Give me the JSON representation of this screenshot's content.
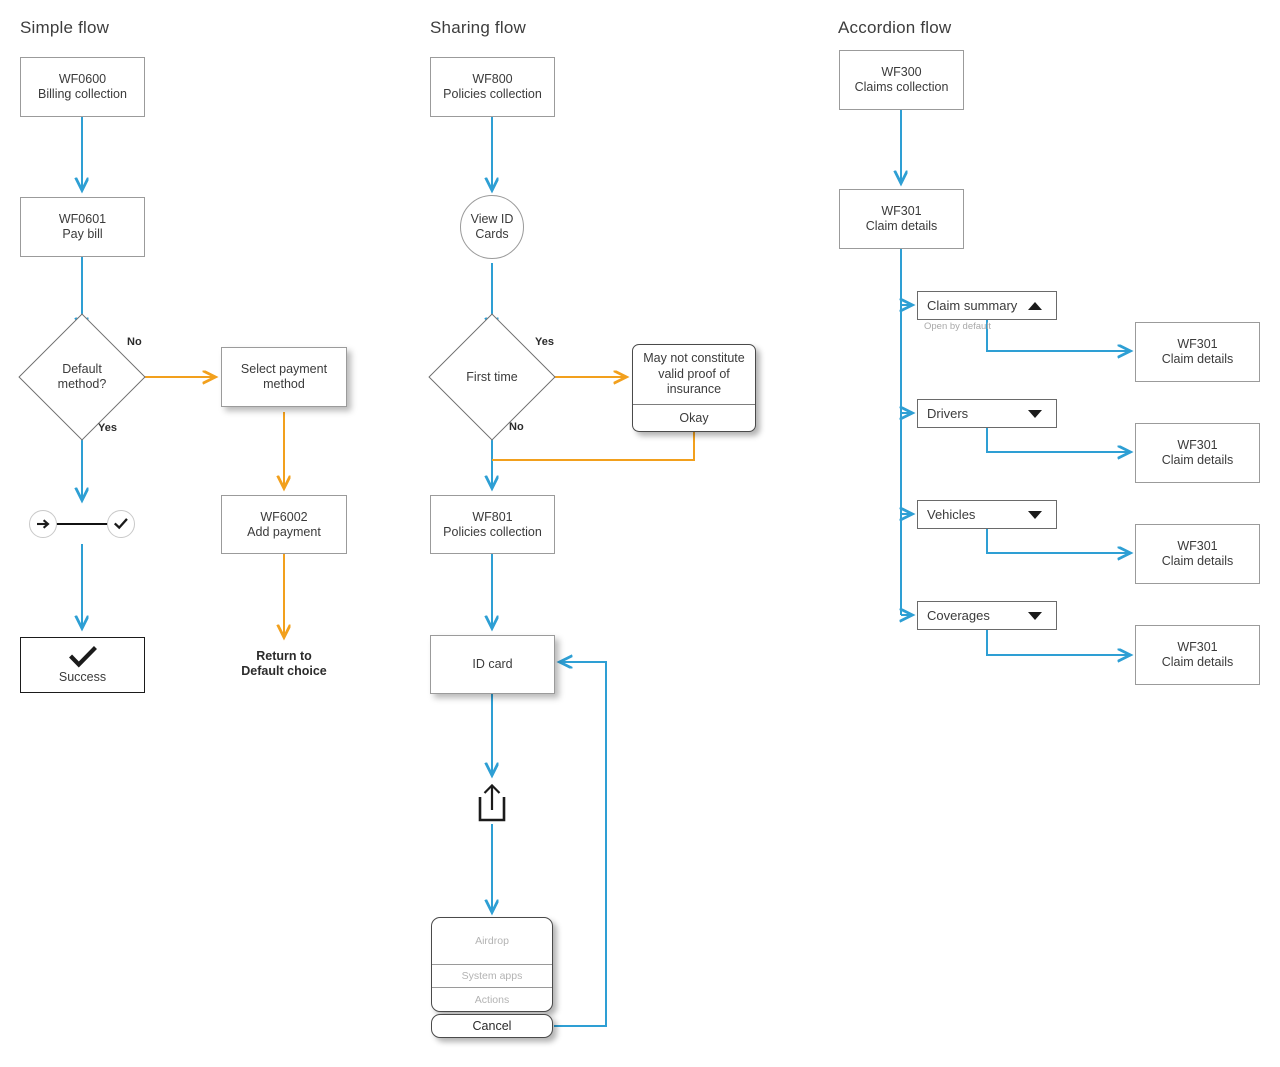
{
  "columns": [
    {
      "title": "Simple flow"
    },
    {
      "title": "Sharing flow"
    },
    {
      "title": "Accordion flow"
    }
  ],
  "simple_flow": {
    "nodes": {
      "billing": {
        "line1": "WF0600",
        "line2": "Billing collection"
      },
      "paybill": {
        "line1": "WF0601",
        "line2": "Pay bill"
      },
      "decision": {
        "line1": "Default",
        "line2": "method?"
      },
      "select_payment": {
        "line1": "Select payment",
        "line2": "method"
      },
      "add_payment": {
        "line1": "WF6002",
        "line2": "Add payment"
      },
      "success": {
        "label": "Success",
        "icon": "checkmark-icon"
      },
      "return_note": {
        "line1": "Return to",
        "line2": "Default choice"
      }
    },
    "icon_pair": {
      "left_icon": "arrow-right-circle-icon",
      "right_icon": "check-circle-icon"
    },
    "edge_labels": {
      "no": "No",
      "yes": "Yes"
    }
  },
  "sharing_flow": {
    "nodes": {
      "policies800": {
        "line1": "WF800",
        "line2": "Policies collection"
      },
      "view_id": {
        "line1": "View ID",
        "line2": "Cards"
      },
      "first_time": {
        "label": "First time"
      },
      "policies801": {
        "line1": "WF801",
        "line2": "Policies collection"
      },
      "id_card": {
        "label": "ID card"
      },
      "share_icon": {
        "icon": "share-upload-icon"
      }
    },
    "alert": {
      "message_lines": [
        "May not constitute",
        "valid proof of",
        "insurance"
      ],
      "action_label": "Okay"
    },
    "action_sheet": {
      "rows": [
        "Airdrop",
        "System apps",
        "Actions"
      ],
      "cancel_label": "Cancel"
    },
    "edge_labels": {
      "yes": "Yes",
      "no": "No"
    }
  },
  "accordion_flow": {
    "nodes": {
      "claims300": {
        "line1": "WF300",
        "line2": "Claims collection"
      },
      "claim301": {
        "line1": "WF301",
        "line2": "Claim details"
      }
    },
    "note": "Open by default",
    "items": [
      {
        "label": "Claim summary",
        "state": "expanded",
        "caret": "caret-up-icon",
        "target": {
          "line1": "WF301",
          "line2": "Claim details"
        }
      },
      {
        "label": "Drivers",
        "state": "collapsed",
        "caret": "caret-down-icon",
        "target": {
          "line1": "WF301",
          "line2": "Claim details"
        }
      },
      {
        "label": "Vehicles",
        "state": "collapsed",
        "caret": "caret-down-icon",
        "target": {
          "line1": "WF301",
          "line2": "Claim details"
        }
      },
      {
        "label": "Coverages",
        "state": "collapsed",
        "caret": "caret-down-icon",
        "target": {
          "line1": "WF301",
          "line2": "Claim details"
        }
      }
    ]
  },
  "colors": {
    "flow_blue": "#2e9fd4",
    "flow_orange": "#f2a01d",
    "box_border": "#9b9b9b",
    "text": "#3b3b3b",
    "note_gray": "#a9a9a9"
  }
}
